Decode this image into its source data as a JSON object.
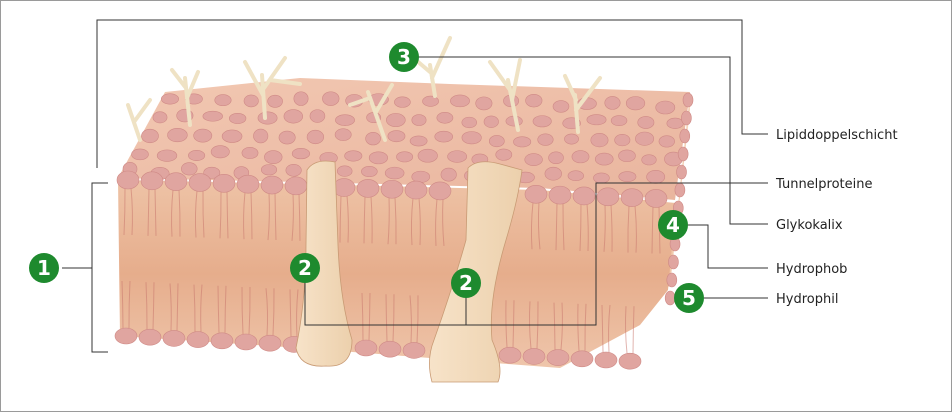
{
  "labels": {
    "lipid_bilayer": "Lipiddoppelschicht",
    "tunnel_proteins": "Tunnelproteine",
    "glycocalyx": "Glykokalix",
    "hydrophobic": "Hydrophob",
    "hydrophilic": "Hydrophil"
  },
  "markers": {
    "m1": "1",
    "m2a": "2",
    "m2b": "2",
    "m3": "3",
    "m4": "4",
    "m5": "5"
  },
  "colors": {
    "marker_green": "#1e8a2e",
    "head": "#e0a5a0",
    "membrane": "#e9b894",
    "protein": "#f3dcc0",
    "glycocalyx": "#efe2c4"
  }
}
